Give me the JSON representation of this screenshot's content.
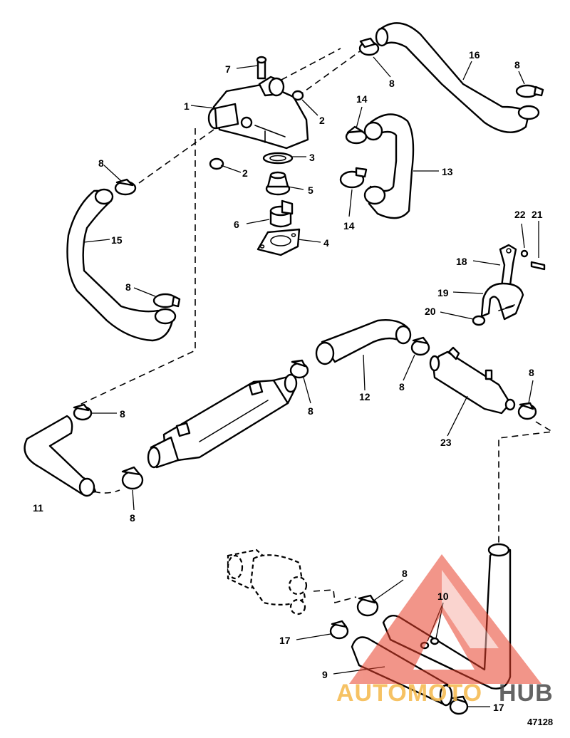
{
  "diagram": {
    "reference_number": "47128",
    "callouts": {
      "c1": "1",
      "c2a": "2",
      "c2b": "2",
      "c3": "3",
      "c4": "4",
      "c5": "5",
      "c6": "6",
      "c7": "7",
      "c8_top": "8",
      "c8_right": "8",
      "c8_left_top": "8",
      "c8_left_mid": "8",
      "c8_cooler_l": "8",
      "c8_cooler_r": "8",
      "c8_bottom_l": "8",
      "c8_pump": "8",
      "c8_filter": "8",
      "c8_lower": "8",
      "c9": "9",
      "c10": "10",
      "c11": "11",
      "c12": "12",
      "c13": "13",
      "c14a": "14",
      "c14b": "14",
      "c15": "15",
      "c16": "16",
      "c17a": "17",
      "c17b": "17",
      "c18": "18",
      "c19": "19",
      "c20": "20",
      "c21": "21",
      "c22": "22",
      "c23": "23"
    }
  },
  "watermark": {
    "text_left": "AUTOMOTO",
    "text_right": "HUB",
    "color_orange": "#f5b84a",
    "color_gray": "#4a4a4a",
    "color_red": "#e8402a"
  }
}
